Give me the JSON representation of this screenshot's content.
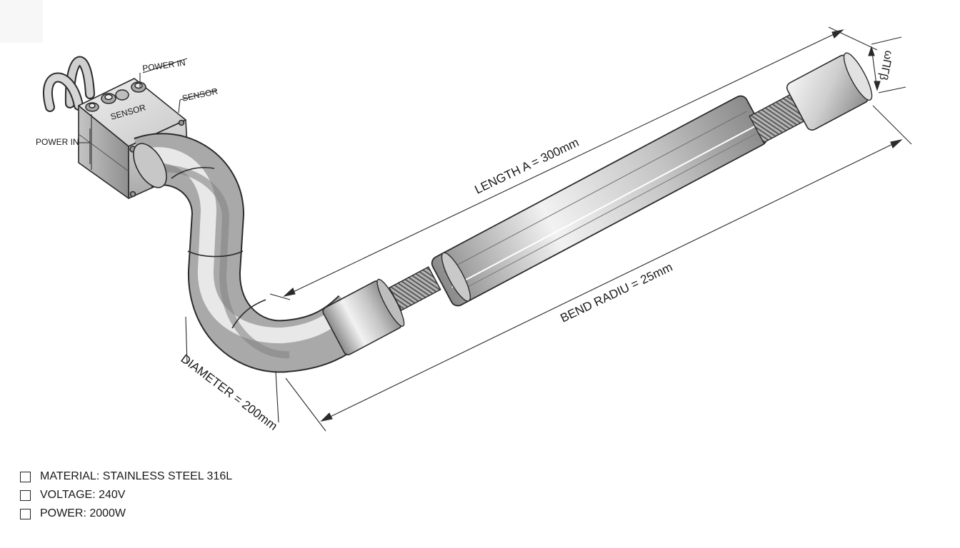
{
  "labels": {
    "power_in_top": "POWER IN",
    "power_in_left": "POWER IN",
    "sensor_right": "SENSOR",
    "sensor_box": "SENSOR",
    "length": "LENGTH A = 300mm",
    "bend_radius": "BEND RADIU = 25mm",
    "diameter": "DIAMETER = 200mm",
    "end_dim": "ωΠΓβ"
  },
  "specs": [
    {
      "label": "MATERIAL: STAINLESS STEEL 316L",
      "checked": false
    },
    {
      "label": "VOLTAGE: 240V",
      "checked": false
    },
    {
      "label": "POWER: 2000W",
      "checked": false
    }
  ],
  "colors": {
    "metal_light": "#f4f4f4",
    "metal_mid": "#bdbdbd",
    "metal_dark": "#7a7a7a",
    "outline": "#2b2b2b",
    "text": "#1a1a1a"
  }
}
